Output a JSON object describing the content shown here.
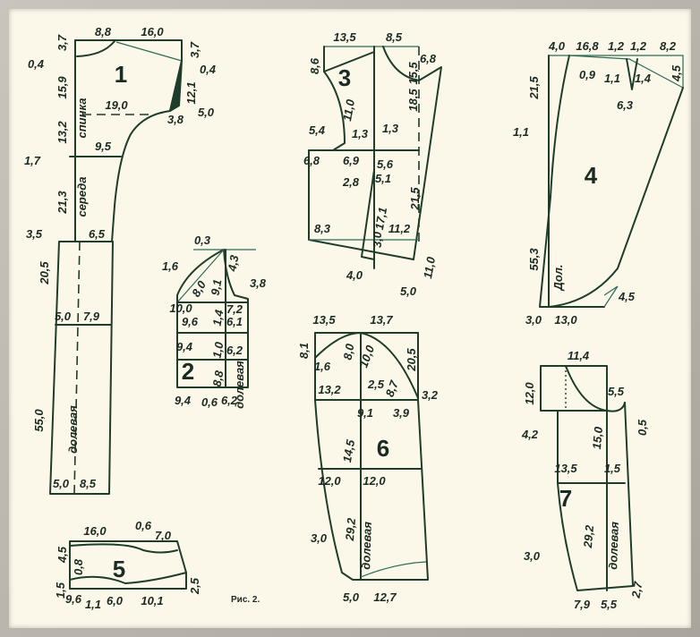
{
  "figure_caption": "Рис. 2.",
  "pieces": {
    "p1": {
      "labels": [
        "1",
        "8,8",
        "16,0",
        "3,7",
        "0,4",
        "15,9",
        "3,7",
        "0,4",
        "12,1",
        "5,0",
        "3,8",
        "19,0",
        "13,2",
        "спинка",
        "9,5",
        "1,7",
        "21,3",
        "середа",
        "3,5",
        "6,5",
        "20,5",
        "5,0",
        "7,9",
        "55,0",
        "долевая",
        "5,0",
        "8,5"
      ]
    },
    "p2": {
      "labels": [
        "2",
        "0,3",
        "1,6",
        "3,8",
        "8,0",
        "9,1",
        "4,3",
        "10,0",
        "9,6",
        "1,4",
        "7,2",
        "6,1",
        "9,4",
        "1,0",
        "6,2",
        "8,8",
        "долевая",
        "9,4",
        "0,6",
        "6,2"
      ]
    },
    "p3": {
      "labels": [
        "3",
        "13,5",
        "8,5",
        "8,6",
        "6,8",
        "15,5",
        "18,5",
        "11,0",
        "5,4",
        "1,3",
        "1,3",
        "6,8",
        "6,9",
        "5,6",
        "5,1",
        "2,8",
        "17,1",
        "21,5",
        "8,3",
        "3,0",
        "11,2",
        "4,0",
        "11,0",
        "5,0"
      ]
    },
    "p4": {
      "labels": [
        "4",
        "4,0",
        "16,8",
        "1,2",
        "1,2",
        "8,2",
        "21,5",
        "4,5",
        "0,9",
        "1,1",
        "1,4",
        "6,3",
        "1,1",
        "55,3",
        "Дол.",
        "4,5",
        "3,0",
        "13,0"
      ]
    },
    "p5": {
      "labels": [
        "5",
        "16,0",
        "0,6",
        "7,0",
        "4,5",
        "1,5",
        "2,5",
        "9,6",
        "1,1",
        "6,0",
        "10,1",
        "0,8"
      ]
    },
    "p6": {
      "labels": [
        "6",
        "13,5",
        "13,7",
        "8,1",
        "8,0",
        "1,6",
        "10,0",
        "2,5",
        "20,5",
        "8,7",
        "13,2",
        "3,2",
        "9,1",
        "3,9",
        "14,5",
        "12,0",
        "12,0",
        "29,2",
        "долевая",
        "3,0",
        "5,0",
        "12,7"
      ]
    },
    "p7": {
      "labels": [
        "7",
        "11,4",
        "12,0",
        "5,5",
        "0,5",
        "4,2",
        "15,0",
        "13,5",
        "1,5",
        "29,2",
        "долевая",
        "3,0",
        "7,9",
        "5,5",
        "2,7"
      ]
    }
  },
  "colors": {
    "line": "#1f3d2a",
    "paper": "#fbf8ea",
    "frame": "#b4b0a8"
  }
}
